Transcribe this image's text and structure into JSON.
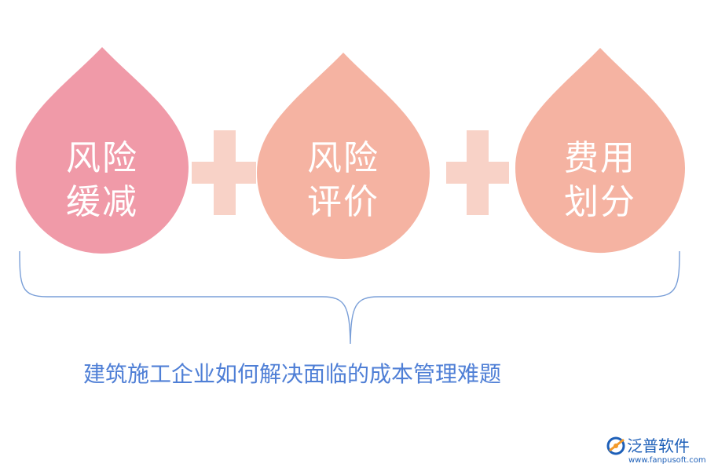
{
  "colors": {
    "drop1": "#f09aa8",
    "drop2": "#f5b3a2",
    "drop3": "#f5b3a2",
    "plus": "#f8d2c7",
    "brace": "#7a9fd8",
    "caption": "#4f7fd6",
    "logo": "#1d5fb8"
  },
  "drops": [
    {
      "line1": "风险",
      "line2": "缓减"
    },
    {
      "line1": "风险",
      "line2": "评价"
    },
    {
      "line1": "费用",
      "line2": "划分"
    }
  ],
  "caption": "建筑施工企业如何解决面临的成本管理难题",
  "logo": {
    "name": "泛普软件",
    "url": "www.fanpusoft.com"
  }
}
